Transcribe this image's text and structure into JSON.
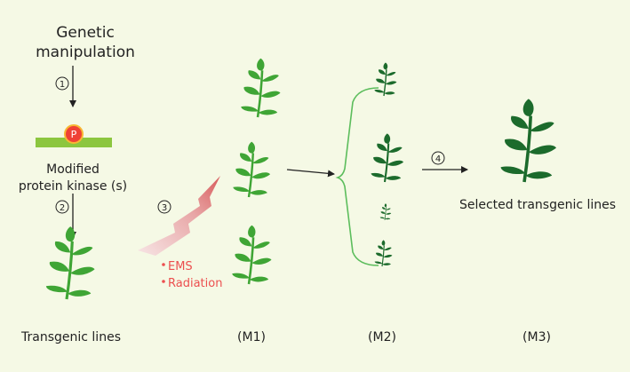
{
  "steps": {
    "s1": "1",
    "s2": "2",
    "s3": "3",
    "s4": "4"
  },
  "labels": {
    "genetic_line1": "Genetic",
    "genetic_line2": "manipulation",
    "p_badge": "P",
    "modified_line1": "Modified",
    "modified_line2": "protein kinase (s)",
    "ems": "EMS",
    "radiation": "Radiation",
    "selected": "Selected transgenic lines"
  },
  "bottom": {
    "transgenic": "Transgenic lines",
    "m1": "(M1)",
    "m2": "(M2)",
    "m3": "(M3)"
  },
  "colors": {
    "background": "#f5f9e5",
    "plant_light": "#3fa535",
    "plant_dark": "#1c6b2c",
    "kinase_bar": "#8cc63f",
    "p_badge": "#ef4136",
    "mutagen_text": "#ec4f4f",
    "bracket": "#5cbd5c"
  }
}
